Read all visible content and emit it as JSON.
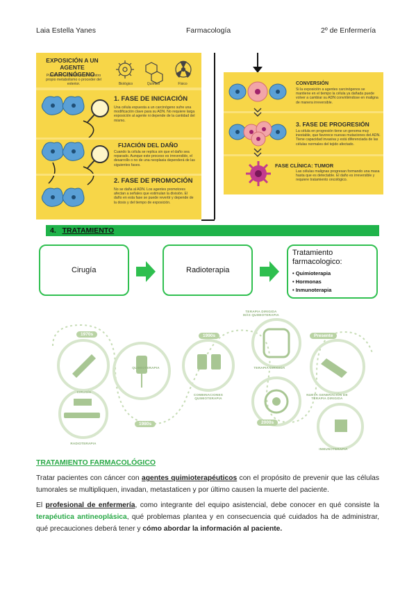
{
  "header": {
    "author": "Laia Estella Yanes",
    "subject": "Farmacología",
    "course": "2º de Enfermería"
  },
  "infographic": {
    "exposure_title": "EXPOSICIÓN A UN AGENTE CARCINÓGENO",
    "exposure_text": "Puede ser un producto de nuestro propio metabolismo o proceder del exterior.",
    "agent_types": [
      "Biológico",
      "Químico",
      "Físico"
    ],
    "phases_left": [
      {
        "title": "1. FASE DE INICIACIÓN",
        "text": "Una célula expuesta a un carcinógeno sufre una modificación clave para su ADN. No requiere larga exposición al agente ni depende de la cantidad del mismo."
      },
      {
        "title": "FIJACIÓN DEL DAÑO",
        "text": "Cuando la célula se replica sin que el daño sea reparado. Aunque este proceso es irreversible, el desarrollo o no de una neoplasia dependerá de las siguientes fases."
      },
      {
        "title": "2. FASE DE PROMOCIÓN",
        "text": "No se daña al ADN. Los agentes promotores afectan a señales que estimulan la división. El daño en esta fase se puede revertir y depende de la dosis y del tiempo de exposición."
      }
    ],
    "phases_right": [
      {
        "title": "CONVERSIÓN",
        "text": "Si la exposición a agentes carcinógenos se mantiene en el tiempo la célula ya dañada puede volver a cambiar su ADN convirtiéndose en maligna de manera irreversible."
      },
      {
        "title": "3. FASE DE PROGRESIÓN",
        "text": "La célula en progresión tiene un genoma muy inestable, que favorece nuevas mutaciones del ADN. Tiene capacidad invasiva y está diferenciada de las células normales del tejido afectado."
      },
      {
        "title": "FASE CLÍNICA: TUMOR",
        "text": "Las células malignas progresan formando una masa hasta que es detectable. El daño es irreversible y requiere tratamiento oncológico."
      }
    ]
  },
  "section": {
    "number": "4.",
    "title": "TRATAMIENTO"
  },
  "treatments": {
    "box1": "Cirugía",
    "box2": "Radioterapia",
    "box3_title": "Tratamiento farmacologico:",
    "box3_items": [
      "Quimioterapia",
      "Hormonas",
      "Inmunoterapia"
    ]
  },
  "timeline": {
    "years": [
      "1970s",
      "1980s",
      "1990s",
      "2000s",
      "Presente"
    ],
    "captions": [
      "CIRUGÍA",
      "RADIOTERAPIA",
      "QUIMIOTERAPIA",
      "COMBINACIONES QUIMIOTERAPIA",
      "TERAPIA DIRIGIDA MÁS QUIMIOTERAPIA",
      "TERAPIA DIRIGIDA",
      "NUEVA GENERACIÓN DE TERAPIA DIRIGIDA",
      "INMUNOTERAPIA"
    ]
  },
  "body": {
    "heading": "TRATAMIENTO FARMACOLÓGICO",
    "p1_a": "Tratar pacientes con cáncer con ",
    "p1_link": "agentes quimioterapéuticos",
    "p1_b": " con el propósito de prevenir que las células tumorales se multipliquen, invadan, metastaticen y por último causen la muerte del paciente.",
    "p2_a": "El ",
    "p2_bold": "profesional de enfermería",
    "p2_b": ", como integrante del equipo asistencial, debe conocer en qué consiste la ",
    "p2_green": "terapéutica antineoplásica",
    "p2_c": ", qué problemas plantea y en consecuencia qué cuidados ha de administrar, qué precauciones deberá tener y ",
    "p2_bold2": "cómo abordar la información al paciente."
  },
  "colors": {
    "accent_green": "#1fb34a",
    "panel_yellow": "#f7d648",
    "timeline_green": "#b9d3a4"
  }
}
